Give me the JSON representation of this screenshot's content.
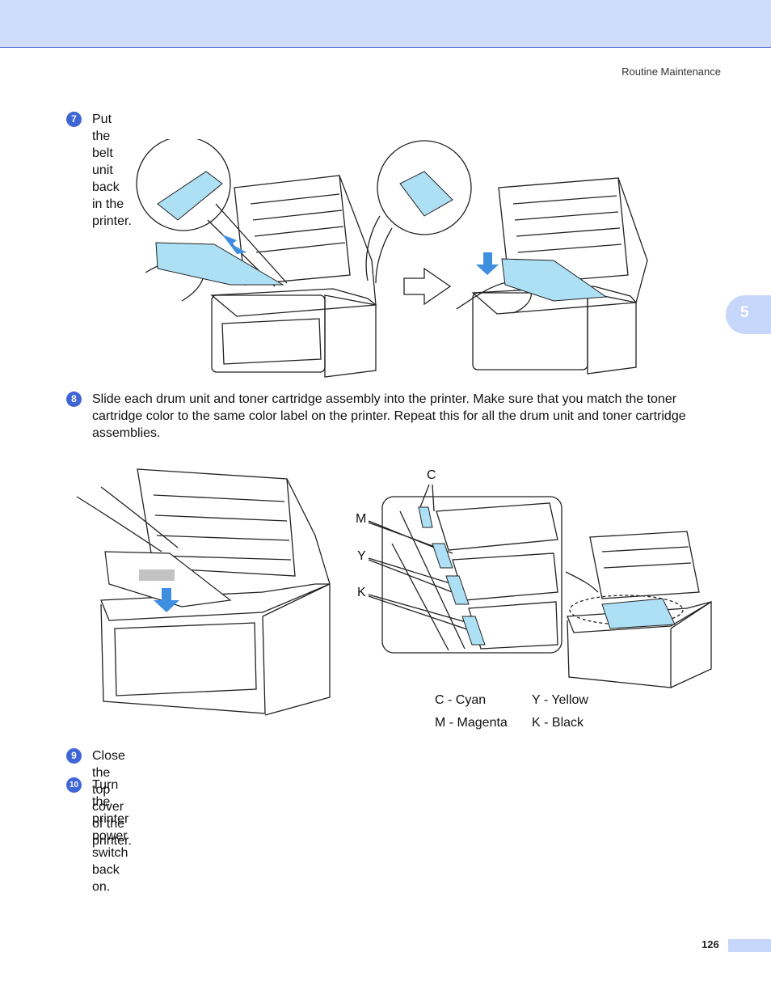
{
  "header": {
    "section_title": "Routine Maintenance"
  },
  "chapter_tab": {
    "number": "5"
  },
  "steps": [
    {
      "number": "7",
      "text": "Put the belt unit back in the printer."
    },
    {
      "number": "8",
      "lines": [
        "Slide each drum unit and toner cartridge assembly into the printer. Make sure that you match the toner",
        "cartridge color to the same color label on the printer. Repeat this for all the drum unit and toner cartridge",
        "assemblies."
      ]
    },
    {
      "number": "9",
      "text": "Close the top cover of the printer."
    },
    {
      "number": "10",
      "text": "Turn the printer power switch back on."
    }
  ],
  "figure_labels": {
    "c": "C",
    "m": "M",
    "y": "Y",
    "k": "K"
  },
  "legend": {
    "cyan": "C - Cyan",
    "magenta": "M - Magenta",
    "yellow": "Y - Yellow",
    "black": "K - Black"
  },
  "footer": {
    "page_number": "126"
  },
  "colors": {
    "accent_blue": "#3f66d6",
    "band": "#cfdcfb",
    "part_blue": "#aee0f5",
    "arrow_blue": "#3f8fe0"
  }
}
